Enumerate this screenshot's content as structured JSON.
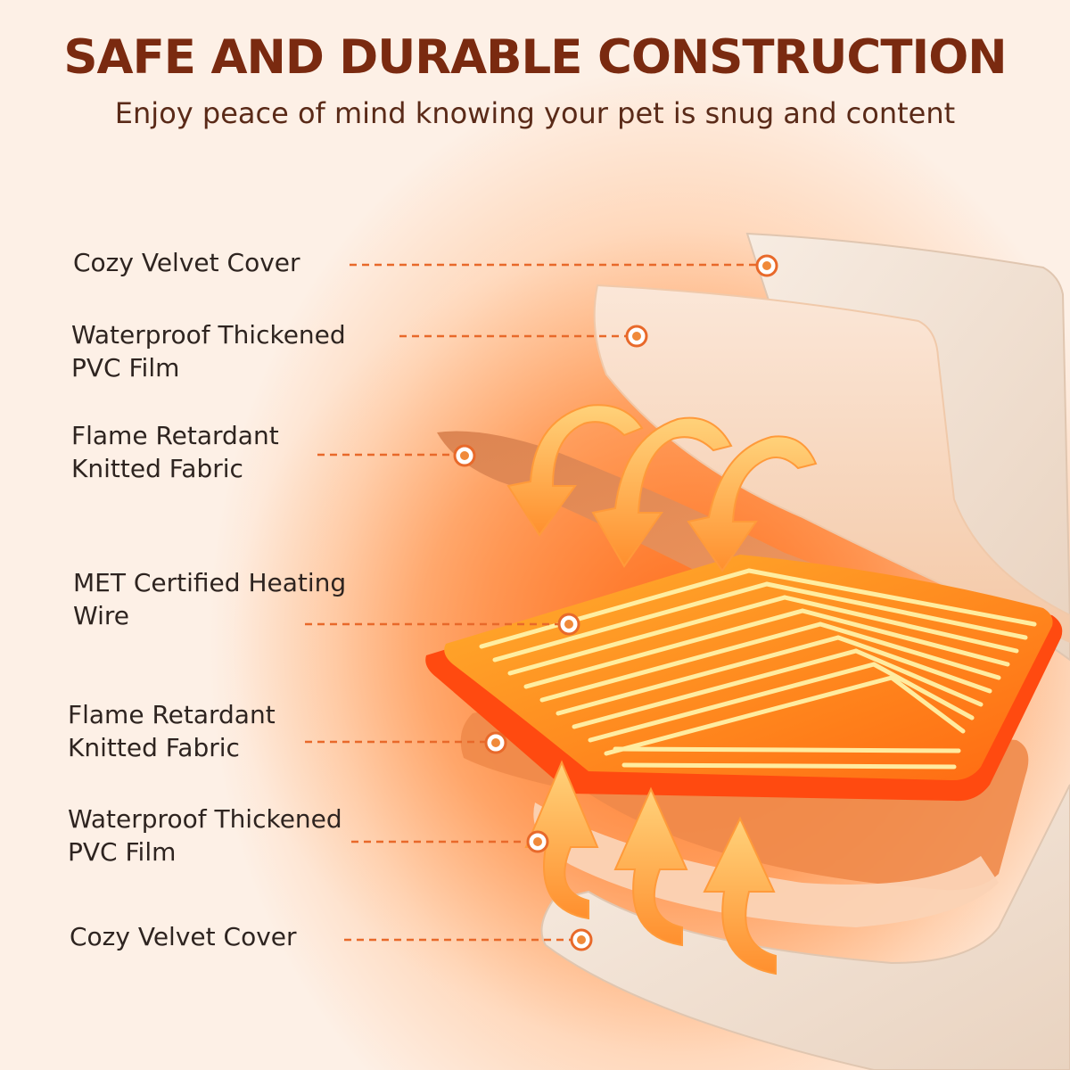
{
  "header": {
    "title": "SAFE AND DURABLE CONSTRUCTION",
    "subtitle": "Enjoy peace of mind knowing your pet is snug and content"
  },
  "layers": [
    {
      "label": "Cozy Velvet Cover"
    },
    {
      "label": "Waterproof Thickened\nPVC Film"
    },
    {
      "label": "Flame Retardant\nKnitted Fabric"
    },
    {
      "label": "MET Certified Heating\nWire"
    },
    {
      "label": "Flame Retardant\nKnitted Fabric"
    },
    {
      "label": "Waterproof Thickened\nPVC Film"
    },
    {
      "label": "Cozy Velvet Cover"
    }
  ],
  "colors": {
    "title": "#7a2a10",
    "leader": "#e8692a",
    "heat": "#ff5a1a",
    "wire": "#ffd54a",
    "velvet": "#f3e2d2"
  },
  "icons": {
    "heat_arrows": "curved-arrow-icon",
    "marker": "target-dot-icon"
  }
}
